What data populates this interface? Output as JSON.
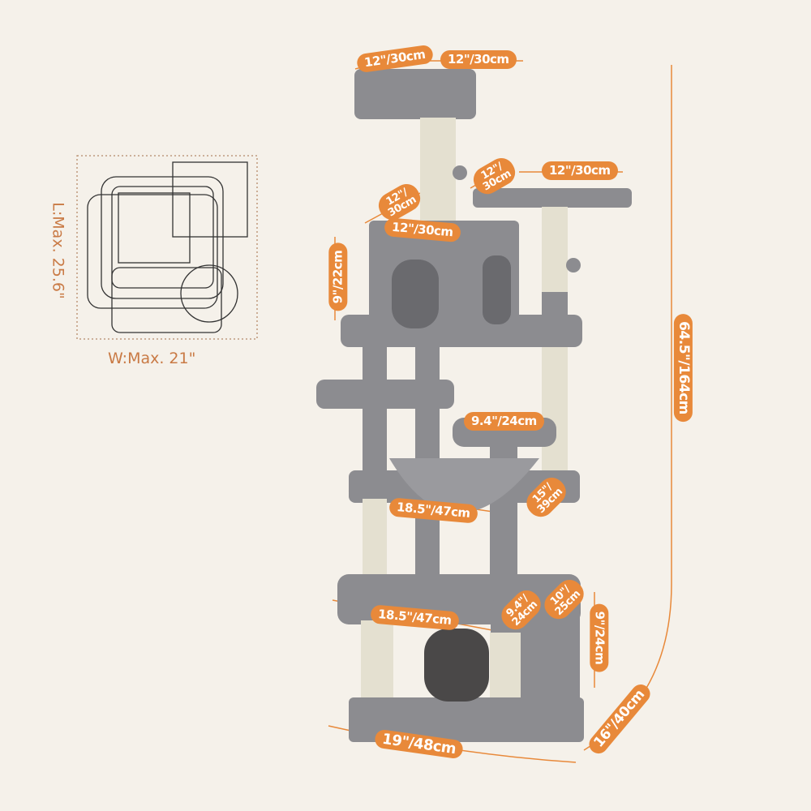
{
  "colors": {
    "background": "#f5f1ea",
    "accent": "#e8893a",
    "furniture": "#8c8c90",
    "sisal": "#e4e0d0"
  },
  "dimensions": {
    "top_perch_depth": "12\"/30cm",
    "top_perch_width": "12\"/30cm",
    "platform_depth": "12\"/\n30cm",
    "platform_width": "12\"/30cm",
    "condo_depth": "12\"/\n30cm",
    "condo_width": "12\"/30cm",
    "condo_height": "9\"/22cm",
    "total_height": "64.5\"/164cm",
    "small_perch": "9.4\"/24cm",
    "hammock_level_depth": "15\"/\n39cm",
    "hammock_level_width": "18.5\"/47cm",
    "lower_platform_width": "18.5\"/47cm",
    "lower_platform_depth": "9.4\"/\n24cm",
    "base_condo_depth": "10\"/\n25cm",
    "base_condo_height": "9\"/24cm",
    "base_width": "19\"/48cm",
    "base_depth": "16\"/40cm"
  },
  "footprint": {
    "length": "L:Max. 25.6\"",
    "width": "W:Max. 21\""
  }
}
